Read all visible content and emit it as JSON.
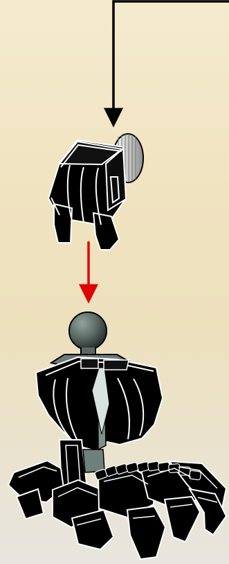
{
  "page": {
    "background": "#f1e6c6"
  },
  "colors": {
    "ink": "#000000",
    "highlight": "#f7f7f7",
    "arrow_primary": "#000000",
    "arrow_secondary": "#e00000",
    "gear": "#d9d9d9",
    "ball": "#5f6c68"
  },
  "instructions": {
    "step": "attach-head-piece",
    "connection": "head-to-ball-joint",
    "parts": [
      "head-piece",
      "ball-joint",
      "torso-assembly",
      "leg-assembly"
    ]
  }
}
